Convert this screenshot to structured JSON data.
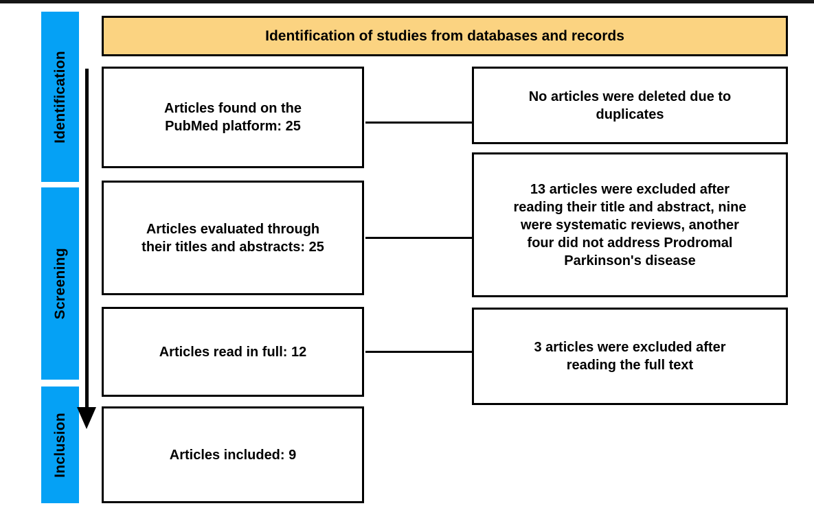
{
  "colors": {
    "stage_bar": "#05A1F5",
    "header_bg": "#FBD381",
    "line": "#000000",
    "top_border": "#161616"
  },
  "header": {
    "title": "Identification of studies from databases and records"
  },
  "stages": [
    {
      "label": "Identification"
    },
    {
      "label": "Screening"
    },
    {
      "label": "Inclusion"
    }
  ],
  "flow_boxes": {
    "left": [
      {
        "text": "Articles found on the\nPubMed platform: 25"
      },
      {
        "text": "Articles evaluated through\ntheir titles and abstracts: 25"
      },
      {
        "text": "Articles read in full: 12"
      },
      {
        "text": "Articles included: 9"
      }
    ],
    "right": [
      {
        "text": "No articles were deleted due to\nduplicates"
      },
      {
        "text": "13 articles were excluded after\nreading their title and abstract, nine\nwere systematic reviews, another\nfour did not address Prodromal\nParkinson's disease"
      },
      {
        "text": "3 articles were excluded after\nreading the full text"
      }
    ]
  }
}
